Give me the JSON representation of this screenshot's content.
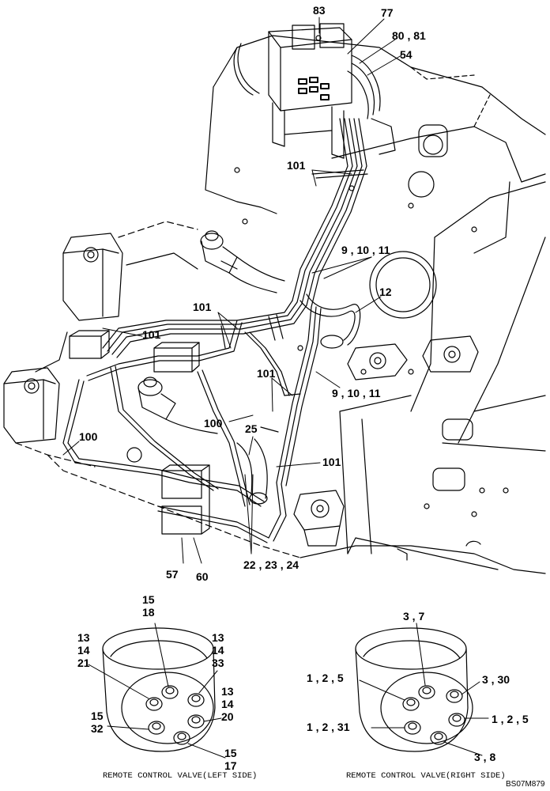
{
  "callouts": {
    "c83": "83",
    "c77": "77",
    "c80_81": "80 , 81",
    "c54": "54",
    "c101_top": "101",
    "c9_10_11_top": "9 , 10 , 11",
    "c12": "12",
    "c101_left": "101",
    "c101_mid": "101",
    "c101_center": "101",
    "c9_10_11_mid": "9 , 10 , 11",
    "c100_mid": "100",
    "c25": "25",
    "c100_left": "100",
    "c101_lower": "101",
    "c57": "57",
    "c60": "60",
    "c22_23_24": "22 , 23 , 24"
  },
  "left_valve": {
    "caption": "REMOTE CONTROL VALVE(LEFT SIDE)",
    "l15_18": [
      "15",
      "18"
    ],
    "l13_14_21": [
      "13",
      "14",
      "21"
    ],
    "l13_14_33": [
      "13",
      "14",
      "33"
    ],
    "l13_14_20": [
      "13",
      "14",
      "20"
    ],
    "l15_32": [
      "15",
      "32"
    ],
    "l15_17": [
      "15",
      "17"
    ]
  },
  "right_valve": {
    "caption": "REMOTE CONTROL VALVE(RIGHT SIDE)",
    "r3_7": "3 , 7",
    "r1_2_5_left": "1 , 2 , 5",
    "r3_30": "3 , 30",
    "r1_2_31": "1 , 2 , 31",
    "r1_2_5_right": "1 , 2 , 5",
    "r3_8": "3 , 8"
  },
  "doc_id": "BS07M879"
}
